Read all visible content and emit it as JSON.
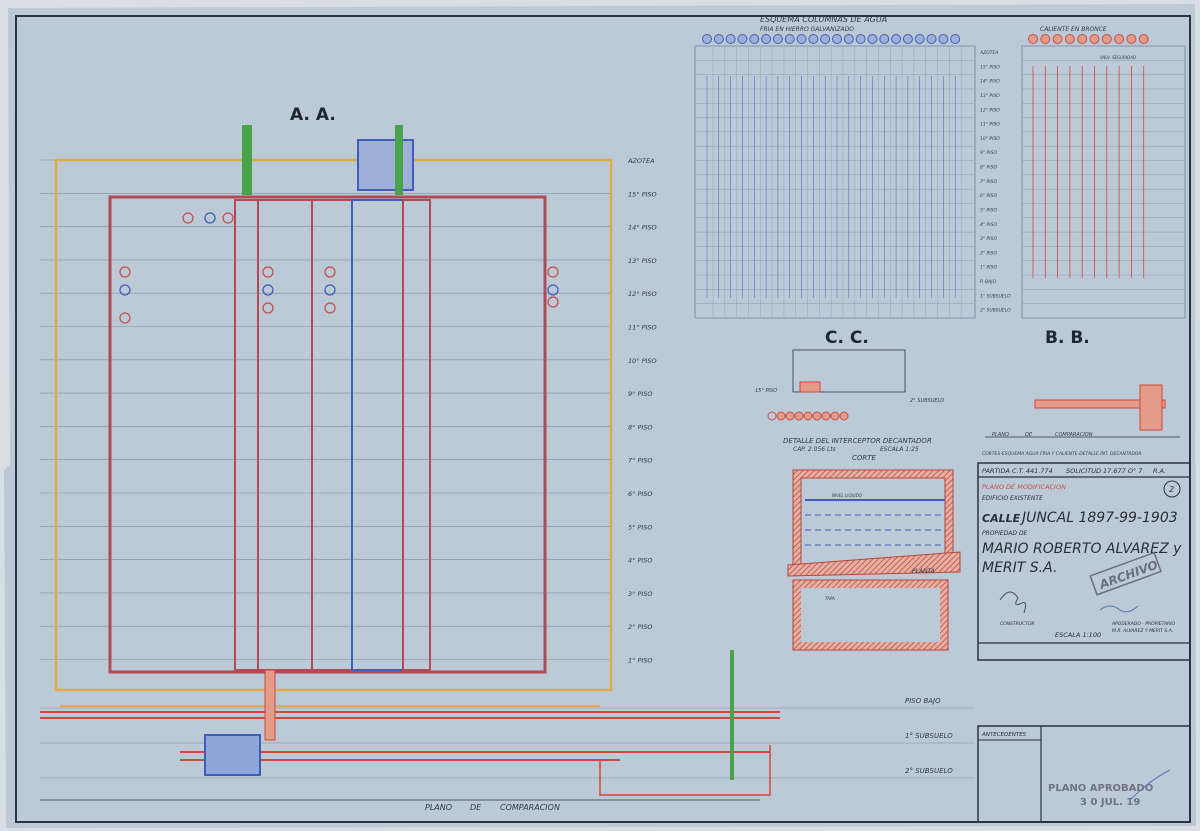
{
  "section_aa": {
    "title": "A. A."
  },
  "section_cc": {
    "title": "C. C.",
    "floor_label": "15° PISO",
    "bottom_label": "2° SUBSUELO"
  },
  "section_bb": {
    "title": "B. B.",
    "plano_label": "PLANO",
    "de_label": "DE",
    "comparacion_label": "COMPARACION",
    "caption": "CORTES-ESQUEMA AGUA FRIA Y CALIENTE-DETALLE INT. DECANTADOR"
  },
  "floors": [
    "AZOTEA",
    "15° PISO",
    "14° PISO",
    "13° PISO",
    "12° PISO",
    "11° PISO",
    "10° PISO",
    "9° PISO",
    "8° PISO",
    "7° PISO",
    "6° PISO",
    "5° PISO",
    "4° PISO",
    "3° PISO",
    "2° PISO",
    "1° PISO"
  ],
  "lower_levels": [
    "PISO BAJO",
    "1° SUBSUELO",
    "2° SUBSUELO"
  ],
  "plano_comparacion": [
    "PLANO",
    "DE",
    "COMPARACION"
  ],
  "esquema": {
    "title": "ESQUEMA COLUMNAS DE AGUA",
    "fria_title": "FRIA EN HIERRO GALVANIZADO",
    "caliente_title": "CALIENTE EN BRONCE",
    "valv_label": "VALV. SEGURIDAD",
    "row_labels": [
      "AZOTEA",
      "15° PISO",
      "14° PISO",
      "13° PISO",
      "12° PISO",
      "11° PISO",
      "10° PISO",
      "9° PISO",
      "8° PISO",
      "7° PISO",
      "6° PISO",
      "5° PISO",
      "4° PISO",
      "3° PISO",
      "2° PISO",
      "1° PISO",
      "P. BAJO",
      "1° SUBSUELO",
      "2° SUBSUELO"
    ],
    "fria_columns": 22,
    "caliente_columns": 10
  },
  "decantador": {
    "title": "DETALLE DEL INTERCEPTOR DECANTADOR",
    "capacity": "CAP. 2.056 Lts",
    "scale": "ESCALA 1:25",
    "corte": "CORTE",
    "planta": "PLANTA",
    "nivel": "NIVEL LIQUIDO",
    "tapa": "TAPA"
  },
  "title_block": {
    "partida": "PARTIDA C.T. 441.774",
    "solicitud": "SOLICITUD 17.677 O° 7",
    "initials": "R.A.",
    "plano_type": "PLANO DE MODIFICACION",
    "sheet_number": "2",
    "edificio": "EDIFICIO EXISTENTE",
    "calle_prefix": "CALLE",
    "calle": "JUNCAL 1897-99-1903",
    "propiedad": "PROPIEDAD DE",
    "owner_line1": "MARIO ROBERTO ALVAREZ y",
    "owner_line2": "MERIT S.A.",
    "stamp_archivo": "ARCHIVO",
    "constructor_label": "CONSTRUCTOR",
    "escala": "ESCALA 1:100",
    "propietario_label": "APODERADO - PROPIETARIO",
    "propietario_name": "M.R. ALVAREZ Y MERIT S.A."
  },
  "approval_block": {
    "antecedentes": "ANTECEDENTES",
    "stamp_aprobado": "PLANO APROBADO",
    "stamp_date": "3 0 JUL. 19"
  },
  "colors": {
    "paper": "#bccad7",
    "line": "#2b3340",
    "red": "#d2473c",
    "blue": "#3e5fb8",
    "green": "#4aa34a",
    "orange": "#e0a94a",
    "purple": "#7a4a8a"
  }
}
